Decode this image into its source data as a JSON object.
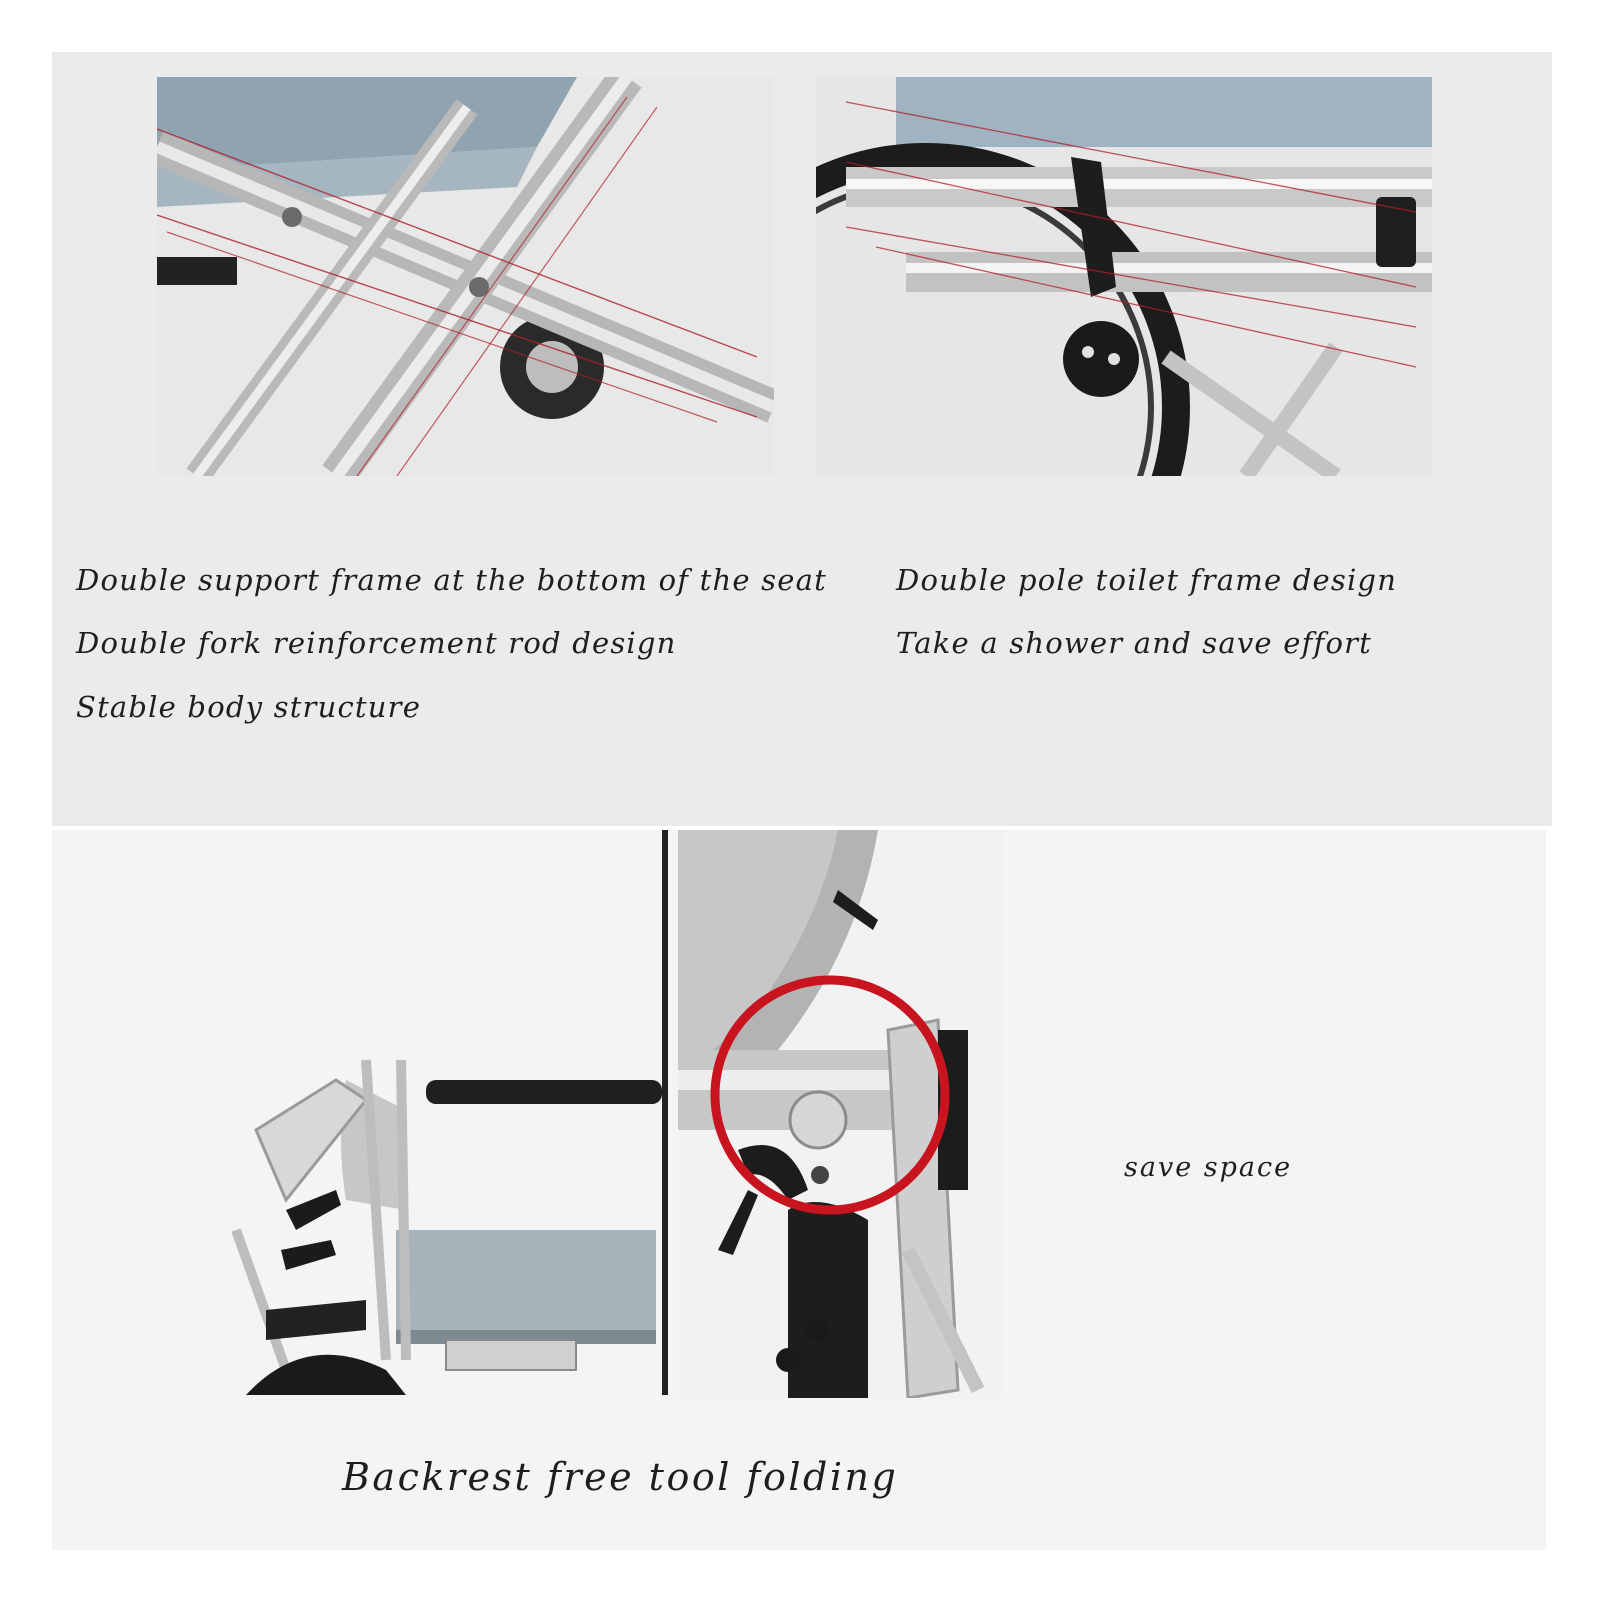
{
  "features_left": [
    "Double support frame at the bottom of the seat",
    "Double fork reinforcement rod design",
    "Stable body structure"
  ],
  "features_right": [
    "Double pole toilet frame design",
    "Take a shower and save effort"
  ],
  "bottom_right_caption": "save space",
  "bottom_caption": "Backrest free tool folding",
  "colors": {
    "panel_background": "#ebebeb",
    "caption_text": "#1e1e1e",
    "highlight_circle": "#c8141e",
    "annotation_lines": "#b01e28"
  }
}
